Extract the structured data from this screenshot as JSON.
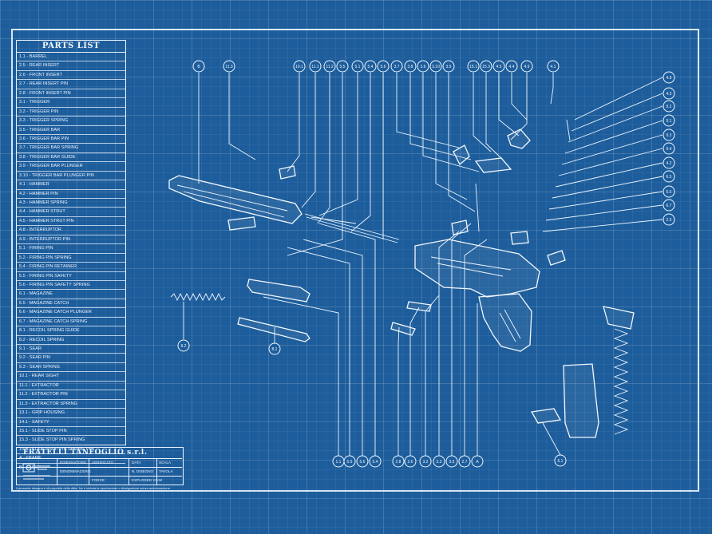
{
  "parts_list": {
    "title": "PARTS LIST",
    "items": [
      "1.1 - BARREL",
      "2.5 - REAR INSERT",
      "2.6 - FRONT INSERT",
      "2.7 - REAR INSERT PIN",
      "2.8 - FRONT INSERT PIN",
      "3.1 - TRIGGER",
      "3.2 - TRIGGER PIN",
      "3.3 - TRIGGER SPRING",
      "3.5 - TRIGGER BAR",
      "3.6 - TRIGGER BAR PIN",
      "3.7 - TRIGGER BAR SPRING",
      "3.8 - TRIGGER BAR GUIDE",
      "3.9 - TRIGGER BAR PLUNGER",
      "3.10 - TRIGGER BAR PLUNGER PIN",
      "4.1 - HAMMER",
      "4.2 - HAMMER PIN",
      "4.3 - HAMMER SPRING",
      "4.4 - HAMMER STRUT",
      "4.5 - HAMMER STRUT PIN",
      "4.8 - INTERRUPTOR",
      "4.9 - INTERRUPTOR PIN",
      "5.1 - FIRING PIN",
      "5.2 - FIRING PIN SPRING",
      "5.4 - FIRING PIN RETAINER",
      "5.5 - FIRING PIN SAFETY",
      "5.6 - FIRING PIN SAFETY SPRING",
      "6.1 - MAGAZINE",
      "6.5 - MAGAZINE CATCH",
      "6.6 - MAGAZINE CATCH PLUNGER",
      "6.7 - MAGAZINE CATCH SPRING",
      "8.1 - RECOIL SPRING GUIDE",
      "8.2 - RECOIL SPRING",
      "9.1 - SEAR",
      "9.2 - SEAR PIN",
      "9.3 - SEAR SPRING",
      "10.1 - REAR SIGHT",
      "11.1 - EXTRACTOR",
      "11.2 - EXTRACTOR PIN",
      "11.3 - EXTRACTOR SPRING",
      "13.1 - GRIP HOUSING",
      "14.1 - SAFETY",
      "15.1 - SLIDE STOP PIN",
      "15.3 - SLIDE STOP PIN SPRING",
      "15.4 - SLIDE STOP PIN SPRING PIN",
      "A - FRAME",
      "B - SLIDE"
    ]
  },
  "title_block": {
    "company": "FRATELLI TANFOGLIO s.r.l.",
    "cells": [
      "DISEGNATORE",
      "VERIFICATO",
      "DATA",
      "SCALA",
      "DENOMINAZIONE",
      "N. DISEGNO",
      "FORCE",
      "EXPLODED VIEW",
      "TAVOLA"
    ],
    "footer": "Il presente disegno è di proprietà della ditta. Ne è vietata la riproduzione o divulgazione senza autorizzazione."
  },
  "callouts_top": [
    "B",
    "11.3",
    "10.1",
    "11.1",
    "11.2",
    "5.5",
    "5.1",
    "5.4",
    "5.6",
    "3.7",
    "3.8",
    "3.6",
    "3.10",
    "3.9",
    "15.1",
    "15.3",
    "4.5",
    "4.4",
    "4.9",
    "4.1"
  ],
  "callouts_right": [
    "4.8",
    "4.3",
    "9.2",
    "9.1",
    "9.3",
    "9.4",
    "4.2",
    "6.5",
    "6.6",
    "6.7",
    "2.5"
  ],
  "callouts_bottom": [
    "1.1",
    "5.5",
    "5.6",
    "5.4",
    "2.8",
    "2.6",
    "3.2",
    "3.3",
    "3.5",
    "2.7",
    "A"
  ],
  "callouts_other": [
    "8.2",
    "8.1",
    "6.1"
  ],
  "colors": {
    "background": "#1d5d9b",
    "ink": "#eef6ff"
  }
}
